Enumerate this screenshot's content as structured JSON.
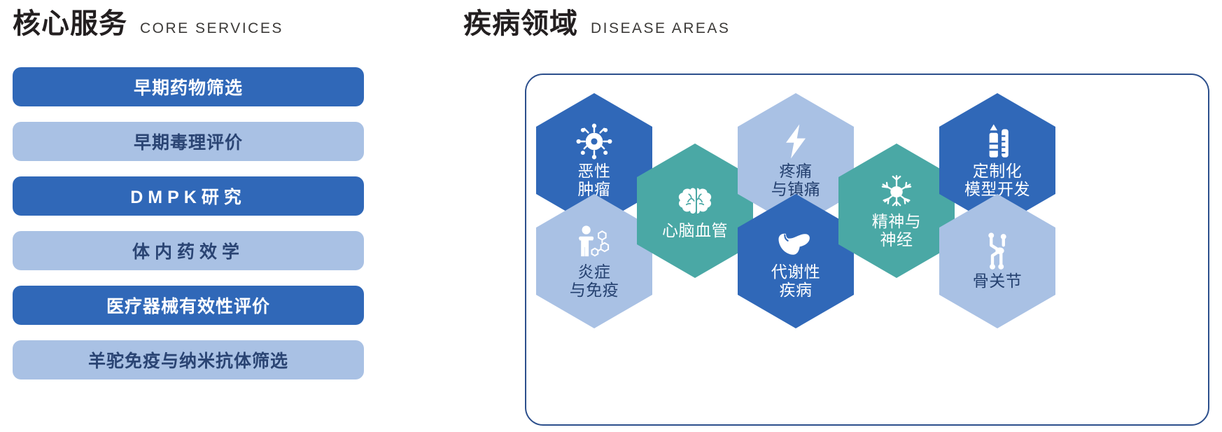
{
  "sections": {
    "core": {
      "title_cn": "核心服务",
      "title_en": "CORE SERVICES"
    },
    "disease": {
      "title_cn": "疾病领域",
      "title_en": "DISEASE AREAS"
    }
  },
  "core_services": [
    {
      "label": "早期药物筛选",
      "style": "dark",
      "spaced": false
    },
    {
      "label": "早期毒理评价",
      "style": "light",
      "spaced": false
    },
    {
      "label": "DMPK研究",
      "style": "dark",
      "spaced": true
    },
    {
      "label": "体内药效学",
      "style": "light",
      "spaced": true
    },
    {
      "label": "医疗器械有效性评价",
      "style": "dark",
      "spaced": false
    },
    {
      "label": "羊驼免疫与纳米抗体筛选",
      "style": "light",
      "spaced": false
    }
  ],
  "disease_areas": [
    {
      "label": "恶性\n肿瘤",
      "color": "blue",
      "icon": "virus-icon"
    },
    {
      "label": "炎症\n与免疫",
      "color": "lblue",
      "icon": "person-molecule-icon"
    },
    {
      "label": "心脑血管",
      "color": "teal",
      "icon": "brain-icon"
    },
    {
      "label": "疼痛\n与镇痛",
      "color": "lblue",
      "icon": "lightning-icon"
    },
    {
      "label": "代谢性\n疾病",
      "color": "blue",
      "icon": "liver-icon"
    },
    {
      "label": "精神与\n神经",
      "color": "teal",
      "icon": "neuron-icon"
    },
    {
      "label": "定制化\n模型开发",
      "color": "blue",
      "icon": "test-tube-icon"
    },
    {
      "label": "骨关节",
      "color": "lblue",
      "icon": "joint-icon"
    }
  ],
  "colors": {
    "blue": "#3068b8",
    "light_blue": "#a9c1e4",
    "teal": "#4aa8a5",
    "navy_text": "#24406f",
    "frame_border": "#2c4f8c",
    "heading_text": "#231f20"
  }
}
